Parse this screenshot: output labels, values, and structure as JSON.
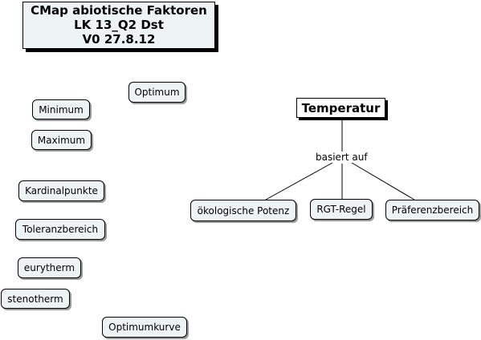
{
  "title": {
    "line1": "CMap abiotische Faktoren",
    "line2": "LK 13_Q2 Dst",
    "line3": "V0 27.8.12"
  },
  "root": {
    "label": "Temperatur"
  },
  "link": {
    "label": "basiert auf"
  },
  "children": {
    "oekologische_potenz": "ökologische Potenz",
    "rgt_regel": "RGT-Regel",
    "praeferenzbereich": "Präferenzbereich"
  },
  "loose_concepts": {
    "optimum": "Optimum",
    "minimum": "Minimum",
    "maximum": "Maximum",
    "kardinalpunkte": "Kardinalpunkte",
    "toleranzbereich": "Toleranzbereich",
    "eurytherm": "eurytherm",
    "stenotherm": "stenotherm",
    "optimumkurve": "Optimumkurve"
  },
  "colors": {
    "node_fill": "#eef3f4",
    "node_border": "#000000",
    "line": "#000000"
  }
}
